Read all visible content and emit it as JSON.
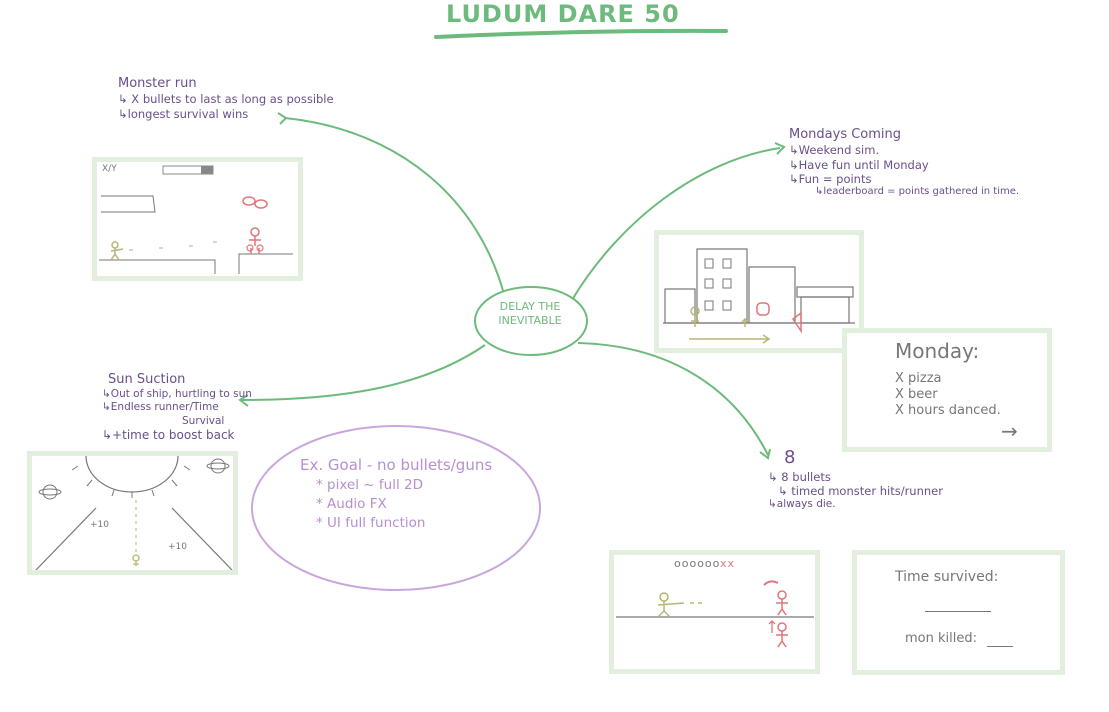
{
  "title": "LUDUM DARE 50",
  "center": {
    "line1": "DELAY THE",
    "line2": "INEVITABLE"
  },
  "ideas": {
    "monster_run": {
      "name": "Monster run",
      "lines": [
        "↳ X bullets to last as long as possible",
        "↳longest survival wins"
      ]
    },
    "mondays": {
      "name": "Mondays Coming",
      "lines": [
        "↳Weekend sim.",
        "↳Have fun until Monday",
        "↳Fun = points",
        "↳leaderboard = points gathered in time."
      ]
    },
    "sun_suction": {
      "name": "Sun Suction",
      "lines": [
        "↳Out of ship, hurtling to sun",
        "↳Endless runner/Time",
        "Survival",
        "↳+time to boost back"
      ]
    },
    "eight": {
      "name": "8",
      "lines": [
        "↳ 8 bullets",
        "↳ timed monster hits/runner",
        "↳always die."
      ]
    }
  },
  "goal": {
    "title": "Ex. Goal - no bullets/guns",
    "items": [
      "* pixel ~ full 2D",
      "* Audio FX",
      "* UI full function"
    ]
  },
  "sketches": {
    "monster_ammo": "X/Y",
    "sun_bonus_a": "+10",
    "sun_bonus_b": "+10",
    "eight_ammo": "oooooo",
    "eight_ammo_spent": "xx",
    "monday_card": {
      "title": "Monday:",
      "items": [
        "X  pizza",
        "X  beer",
        "X hours danced."
      ],
      "arrow": "→"
    },
    "result_card": {
      "time_label": "Time survived:",
      "kills_label": "mon killed:"
    }
  },
  "colors": {
    "green": "#6dbb7c",
    "purple": "#6a4f8a",
    "lilac": "#b78fcf",
    "pink": "#e2747a",
    "olive": "#b9b673",
    "frame": "#e3efde"
  }
}
